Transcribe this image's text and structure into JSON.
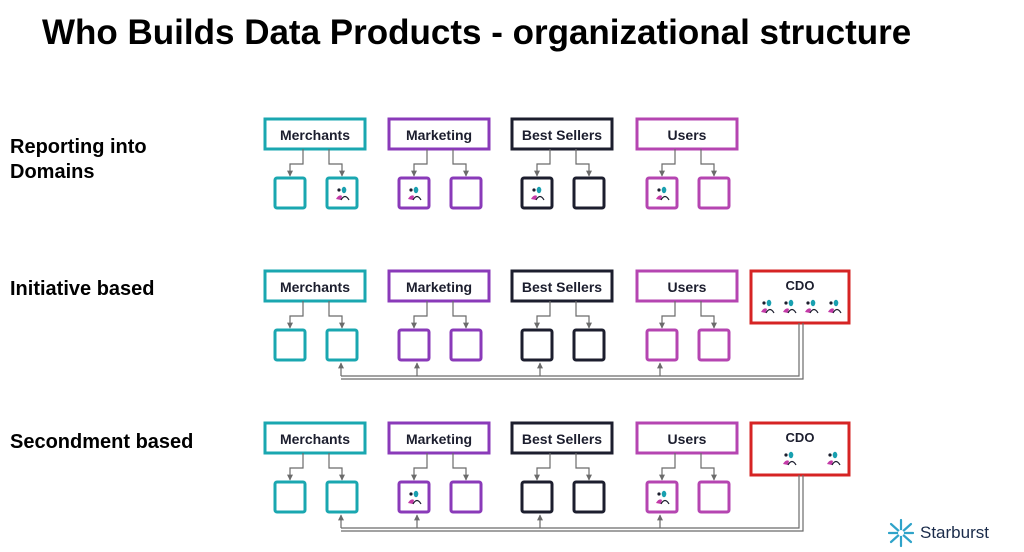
{
  "title": "Who Builds Data Products - organizational structure",
  "colors": {
    "merchants": "#1aa7b0",
    "marketing": "#8a3ab9",
    "best_sellers": "#1c1e2e",
    "users": "#b545b1",
    "cdo": "#d62424",
    "connector": "#6b6b6b",
    "person_head": "#19a0b0",
    "person_body": "#c33aa7"
  },
  "domains": [
    {
      "key": "merchants",
      "label": "Merchants"
    },
    {
      "key": "marketing",
      "label": "Marketing"
    },
    {
      "key": "best_sellers",
      "label": "Best Sellers"
    },
    {
      "key": "users",
      "label": "Users"
    }
  ],
  "rows": [
    {
      "label": "Reporting into Domains",
      "person_boxes": {
        "merchants": [
          false,
          true
        ],
        "marketing": [
          true,
          false
        ],
        "best_sellers": [
          true,
          false
        ],
        "users": [
          true,
          false
        ]
      },
      "cdo": null
    },
    {
      "label": "Initiative based",
      "person_boxes": {
        "merchants": [
          false,
          false
        ],
        "marketing": [
          false,
          false
        ],
        "best_sellers": [
          false,
          false
        ],
        "users": [
          false,
          false
        ]
      },
      "cdo": {
        "label": "CDO",
        "people": 4
      }
    },
    {
      "label": "Secondment based",
      "person_boxes": {
        "merchants": [
          false,
          false
        ],
        "marketing": [
          true,
          false
        ],
        "best_sellers": [
          false,
          false
        ],
        "users": [
          true,
          false
        ]
      },
      "cdo": {
        "label": "CDO",
        "people": 2
      }
    }
  ],
  "brand": {
    "name": "Starburst",
    "icon": "starburst-logo-icon"
  }
}
